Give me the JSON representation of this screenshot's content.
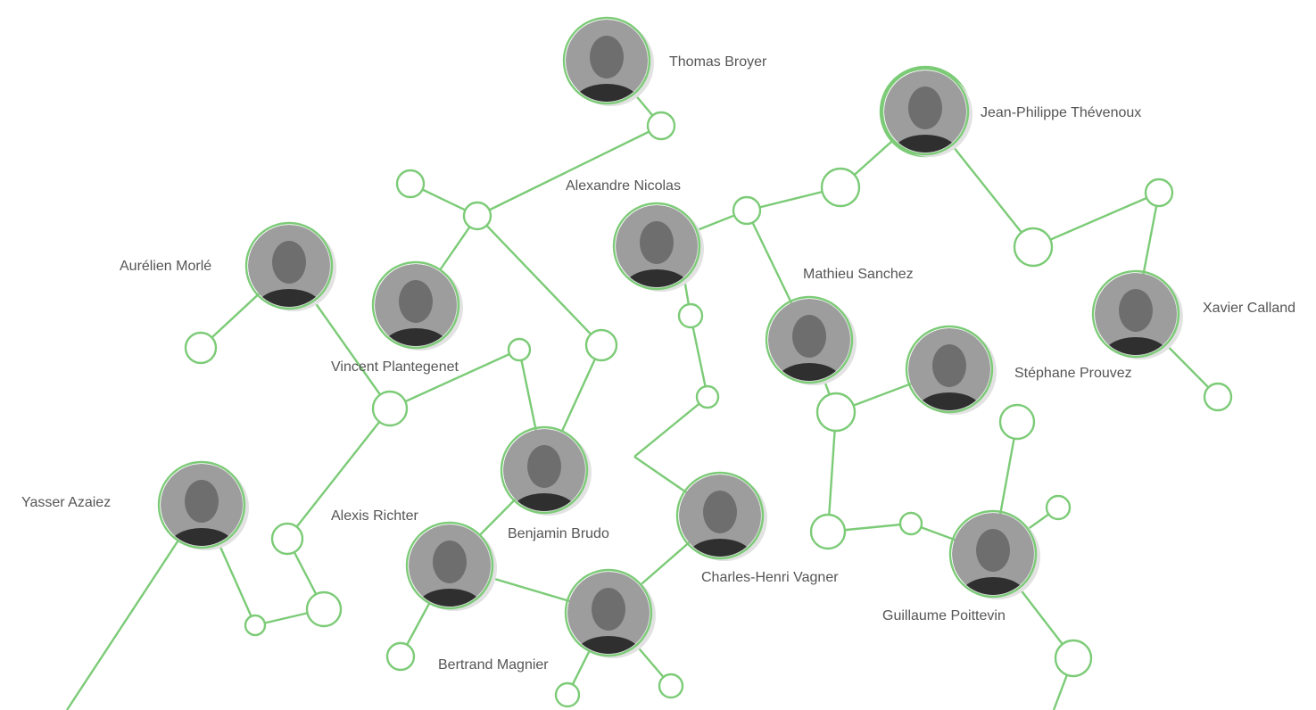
{
  "colors": {
    "accent": "#7ccb77",
    "text": "#555555"
  },
  "people": [
    {
      "id": "thomas-broyer",
      "name": "Thomas Broyer"
    },
    {
      "id": "jean-philippe-thevenoux",
      "name": "Jean-Philippe Thévenoux"
    },
    {
      "id": "alexandre-nicolas",
      "name": "Alexandre Nicolas"
    },
    {
      "id": "aurelien-morle",
      "name": "Aurélien Morlé"
    },
    {
      "id": "vincent-plantegenet",
      "name": "Vincent Plantegenet"
    },
    {
      "id": "mathieu-sanchez",
      "name": "Mathieu Sanchez"
    },
    {
      "id": "xavier-calland",
      "name": "Xavier Calland"
    },
    {
      "id": "stephane-prouvez",
      "name": "Stéphane Prouvez"
    },
    {
      "id": "benjamin-brudo",
      "name": "Benjamin Brudo"
    },
    {
      "id": "yasser-azaiez",
      "name": "Yasser Azaiez"
    },
    {
      "id": "alexis-richter",
      "name": "Alexis Richter"
    },
    {
      "id": "charles-henri-vagner",
      "name": "Charles-Henri Vagner"
    },
    {
      "id": "guillaume-poittevin",
      "name": "Guillaume Poittevin"
    },
    {
      "id": "bertrand-magnier",
      "name": "Bertrand Magnier"
    }
  ],
  "links": [
    [
      "thomas-broyer",
      "j1"
    ],
    [
      "j1",
      "j2"
    ],
    [
      "j2",
      "j3"
    ],
    [
      "j2",
      "vincent-plantegenet"
    ],
    [
      "j2",
      "j4"
    ],
    [
      "j4",
      "benjamin-brudo"
    ],
    [
      "j5",
      "benjamin-brudo"
    ],
    [
      "j5",
      "j6"
    ],
    [
      "j6",
      "aurelien-morle"
    ],
    [
      "aurelien-morle",
      "j7"
    ],
    [
      "j6",
      "j8"
    ],
    [
      "j8",
      "j9"
    ],
    [
      "j9",
      "j10"
    ],
    [
      "j10",
      "yasser-azaiez"
    ],
    [
      "j11",
      "yasser-azaiez"
    ],
    [
      "benjamin-brudo",
      "alexis-richter"
    ],
    [
      "alexis-richter",
      "j12"
    ],
    [
      "alexis-richter",
      "bertrand-magnier"
    ],
    [
      "bertrand-magnier",
      "j13"
    ],
    [
      "bertrand-magnier",
      "j14"
    ],
    [
      "bertrand-magnier",
      "charles-henri-vagner"
    ],
    [
      "charles-henri-vagner",
      "j15"
    ],
    [
      "j15",
      "j16"
    ],
    [
      "j16",
      "j17"
    ],
    [
      "j17",
      "j18"
    ],
    [
      "j18",
      "alexandre-nicolas"
    ],
    [
      "alexandre-nicolas",
      "j19"
    ],
    [
      "j19",
      "j20"
    ],
    [
      "j20",
      "jean-philippe-thevenoux"
    ],
    [
      "j19",
      "mathieu-sanchez"
    ],
    [
      "jean-philippe-thevenoux",
      "j21"
    ],
    [
      "j21",
      "j22"
    ],
    [
      "j22",
      "xavier-calland"
    ],
    [
      "xavier-calland",
      "j23"
    ],
    [
      "mathieu-sanchez",
      "j24"
    ],
    [
      "j24",
      "stephane-prouvez"
    ],
    [
      "j24",
      "j25"
    ],
    [
      "j25",
      "j26"
    ],
    [
      "j26",
      "guillaume-poittevin"
    ],
    [
      "guillaume-poittevin",
      "j27"
    ],
    [
      "guillaume-poittevin",
      "j28"
    ],
    [
      "guillaume-poittevin",
      "j29"
    ],
    [
      "j29",
      "j30"
    ]
  ]
}
